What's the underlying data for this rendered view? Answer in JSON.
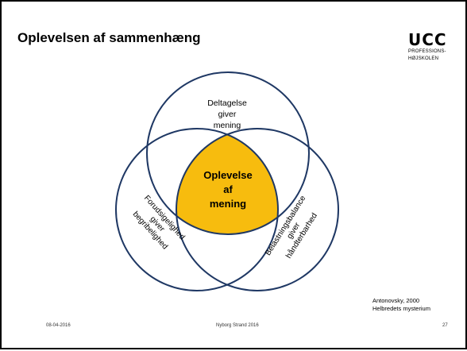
{
  "slide": {
    "title": "Oplevelsen af sammenhæng"
  },
  "logo": {
    "name": "UCC",
    "line1": "PROFESSIONS-",
    "line2": "HØJSKOLEN"
  },
  "venn": {
    "top": [
      "Deltagelse",
      "giver",
      "mening"
    ],
    "center": [
      "Oplevelse",
      "af",
      "mening"
    ],
    "left": [
      "Forudsigelighed",
      "giver",
      "begribelighed"
    ],
    "right": [
      "Belastningsbalance",
      "giver",
      "håndterbarhed"
    ],
    "center_fill": "#F7BC0E",
    "stroke_color": "#1F3864"
  },
  "citation": {
    "line1": "Antonovsky, 2000",
    "line2": "Helbredets mysterium"
  },
  "footer": {
    "date": "08-04-2016",
    "center": "Nyborg Strand 2016",
    "page": "27"
  }
}
